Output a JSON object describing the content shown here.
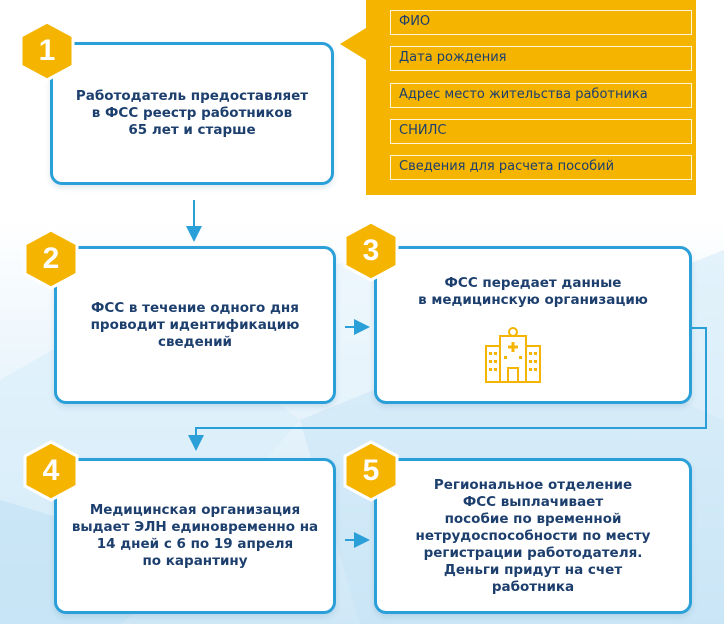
{
  "steps": [
    {
      "number": "1",
      "text": "Работодатель предоставляет\nв ФСС реестр работников\n65 лет и старше"
    },
    {
      "number": "2",
      "text": "ФСС в течение одного дня\nпроводит идентификацию\nсведений"
    },
    {
      "number": "3",
      "text": "ФСС передает данные\nв медицинскую организацию"
    },
    {
      "number": "4",
      "text": "Медицинская организация\nвыдает ЭЛН единовременно на\n14 дней с 6 по 19 апреля\nпо карантину"
    },
    {
      "number": "5",
      "text": "Региональное отделение\nФСС выплачивает\nпособие по временной\nнетрудоспособности по месту\nрегистрации работодателя.\nДеньги придут на счет\nработника"
    }
  ],
  "registry_fields": [
    "ФИО",
    "Дата рождения",
    "Адрес место жительства работника",
    "СНИЛС",
    "Сведения для расчета пособий"
  ],
  "icons": [
    "hospital-icon"
  ],
  "colors": {
    "accent_blue": "#2a9fd8",
    "hex_yellow": "#f4b400",
    "text": "#1d3f6e"
  }
}
